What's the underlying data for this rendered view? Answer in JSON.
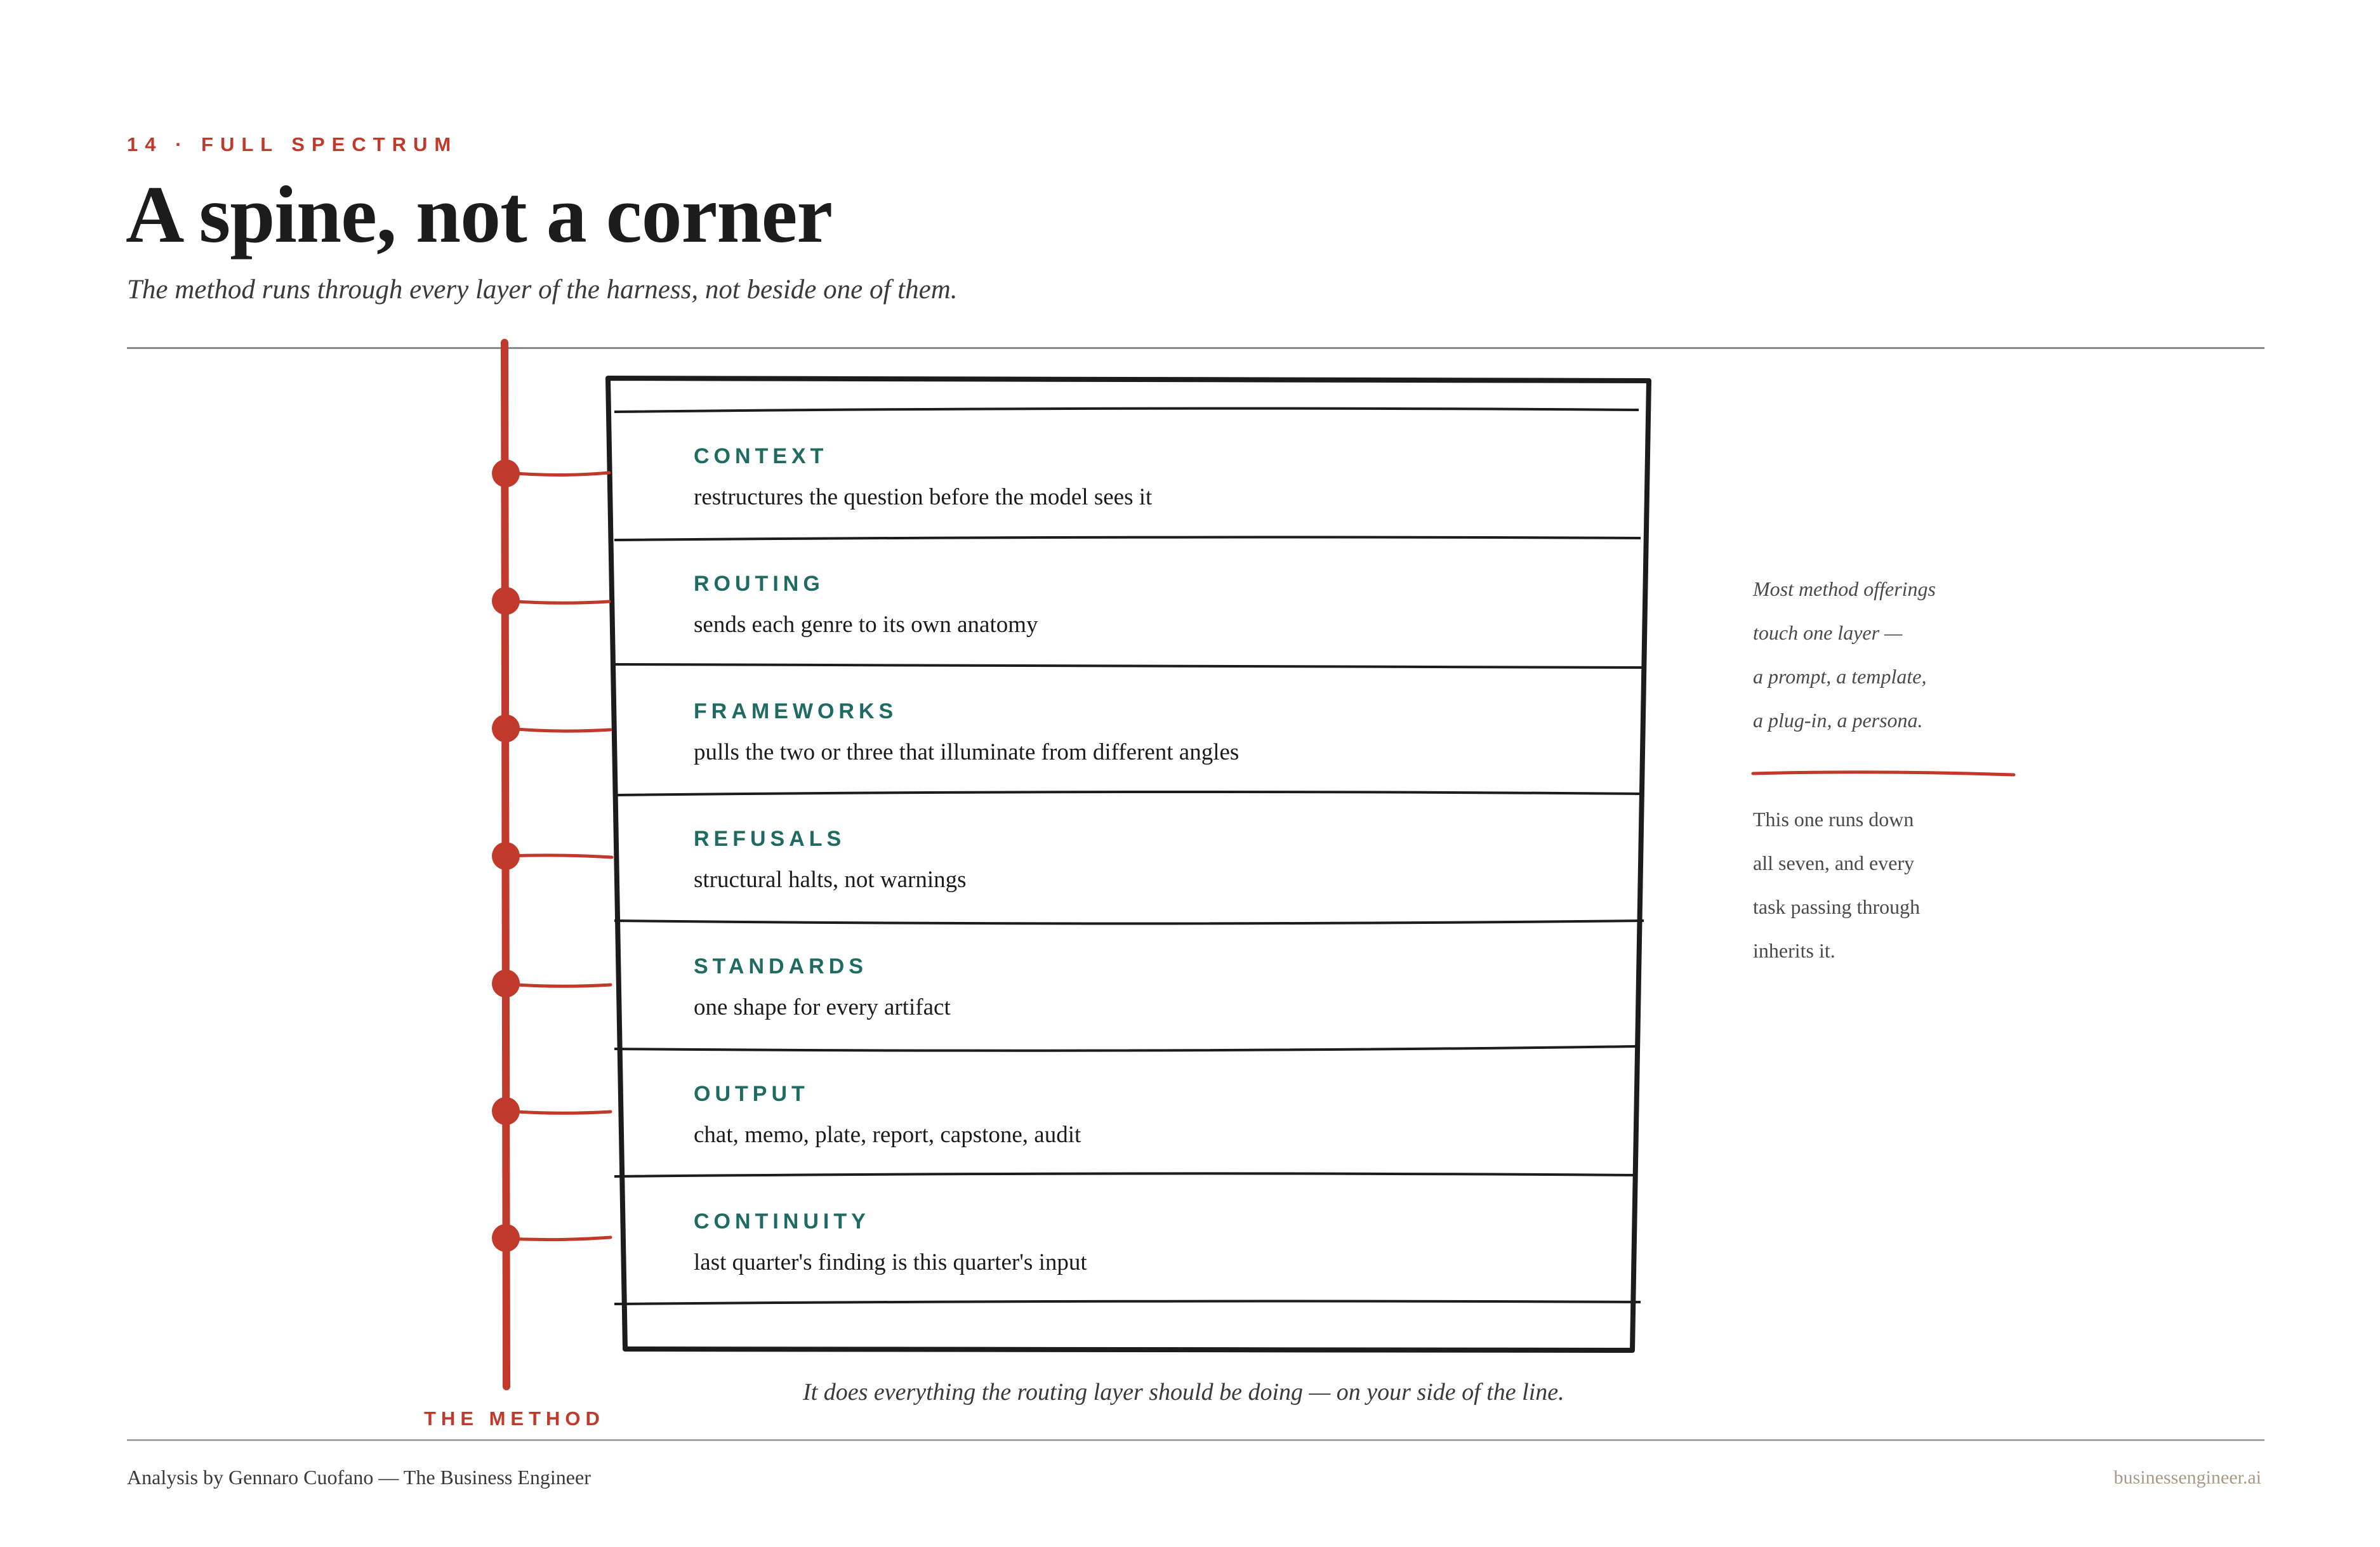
{
  "header": {
    "kicker": "14 · FULL SPECTRUM",
    "title": "A spine, not a corner",
    "subtitle": "The method runs through every layer of the harness, not beside one of them."
  },
  "diagram": {
    "spine_label": "THE METHOD",
    "layers": [
      {
        "label": "CONTEXT",
        "description": "restructures the question before the model sees it"
      },
      {
        "label": "ROUTING",
        "description": "sends each genre to its own anatomy"
      },
      {
        "label": "FRAMEWORKS",
        "description": "pulls the two or three that illuminate from different angles"
      },
      {
        "label": "REFUSALS",
        "description": "structural halts, not warnings"
      },
      {
        "label": "STANDARDS",
        "description": "one shape for every artifact"
      },
      {
        "label": "OUTPUT",
        "description": "chat, memo, plate, report, capstone, audit"
      },
      {
        "label": "CONTINUITY",
        "description": "last quarter's finding is this quarter's input"
      }
    ],
    "caption": "It does everything the routing layer should be doing — on your side of the line."
  },
  "sidenote": {
    "italic_lines": [
      "Most method offerings",
      "touch one layer —",
      "a prompt, a template,",
      "a plug-in, a persona."
    ],
    "plain_lines": [
      "This one runs down",
      "all seven, and every",
      "task passing through",
      "inherits it."
    ]
  },
  "footer": {
    "credit": "Analysis by Gennaro Cuofano — The Business Engineer",
    "site": "businessengineer.ai"
  },
  "colors": {
    "accent_red": "#c0392b",
    "label_teal": "#1f6b62",
    "ink": "#1c1c1c"
  }
}
